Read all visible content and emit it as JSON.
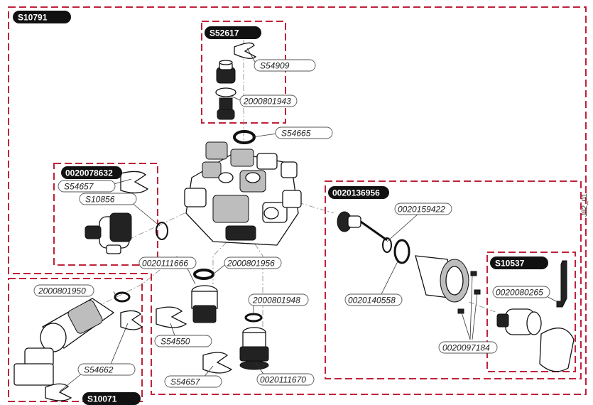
{
  "groups": [
    {
      "id": "S10791"
    },
    {
      "id": "S52617"
    },
    {
      "id": "0020078632"
    },
    {
      "id": "0020136956"
    },
    {
      "id": "S10537"
    },
    {
      "id": "S10071"
    }
  ],
  "parts": [
    "S54909",
    "2000801943",
    "S54665",
    "S54657",
    "S10856",
    "0020111666",
    "2000801956",
    "2000801948",
    "2000801950",
    "S54550",
    "S54657",
    "0020111670",
    "S54662",
    "0020159422",
    "0020140558",
    "0020080265",
    "0020097184"
  ],
  "figure_ref": "J82_01"
}
